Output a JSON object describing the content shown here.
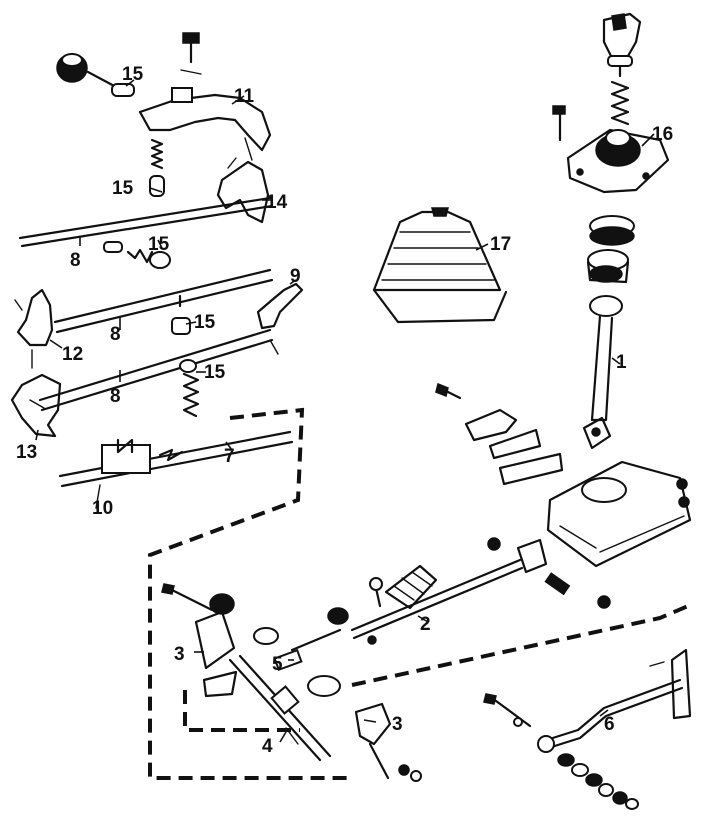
{
  "diagram": {
    "callouts": [
      {
        "id": "c1",
        "text": "1"
      },
      {
        "id": "c2",
        "text": "2"
      },
      {
        "id": "c3a",
        "text": "3"
      },
      {
        "id": "c3b",
        "text": "3"
      },
      {
        "id": "c4",
        "text": "4"
      },
      {
        "id": "c5",
        "text": "5"
      },
      {
        "id": "c6",
        "text": "6"
      },
      {
        "id": "c7",
        "text": "7"
      },
      {
        "id": "c8a",
        "text": "8"
      },
      {
        "id": "c8b",
        "text": "8"
      },
      {
        "id": "c8c",
        "text": "8"
      },
      {
        "id": "c9",
        "text": "9"
      },
      {
        "id": "c10",
        "text": "10"
      },
      {
        "id": "c11",
        "text": "11"
      },
      {
        "id": "c12",
        "text": "12"
      },
      {
        "id": "c13",
        "text": "13"
      },
      {
        "id": "c14",
        "text": "14"
      },
      {
        "id": "c15a",
        "text": "15"
      },
      {
        "id": "c15b",
        "text": "15"
      },
      {
        "id": "c15c",
        "text": "15"
      },
      {
        "id": "c15d",
        "text": "15"
      },
      {
        "id": "c15e",
        "text": "15"
      },
      {
        "id": "c16",
        "text": "16"
      },
      {
        "id": "c17",
        "text": "17"
      }
    ]
  }
}
